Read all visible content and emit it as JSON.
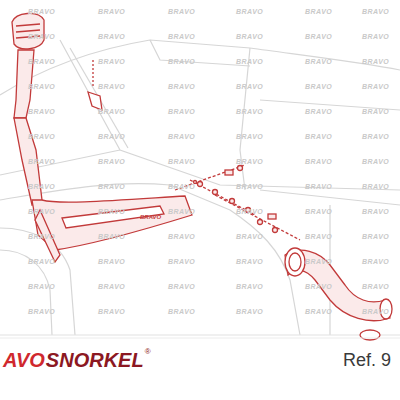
{
  "diagram": {
    "labels": [
      "BRAVO",
      "BRAVO",
      "BRAVO",
      "BRAVO",
      "BRAVO",
      "BRAVO",
      "BRAVO",
      "BRAVO",
      "BRAVO",
      "BRAVO",
      "BRAVO",
      "BRAVO",
      "BRAVO",
      "BRAVO",
      "BRAVO",
      "BRAVO",
      "BRAVO",
      "BRAVO",
      "BRAVO",
      "BRAVO",
      "BRAVO",
      "BRAVO",
      "BRAVO",
      "BRAVO",
      "BRAVO",
      "BRAVO",
      "BRAVO",
      "BRAVO",
      "BRAVO",
      "BRAVO",
      "BRAVO",
      "BRAVO",
      "BRAVO",
      "BRAVO",
      "BRAVO",
      "BRAVO",
      "BRAVO",
      "BRAVO",
      "BRAVO",
      "BRAVO",
      "BRAVO",
      "BRAVO",
      "BRAVO",
      "BRAVO",
      "BRAVO",
      "BRAVO",
      "BRAVO",
      "BRAVO",
      "BRAVO",
      "BRAVO",
      "BRAVO",
      "BRAVO",
      "BRAVO",
      "BRAVO",
      "BRAVO",
      "BRAVO",
      "BRAVO",
      "BRAVO",
      "BRAVO",
      "BRAVO",
      "BRAVO",
      "BRAVO",
      "BRAVO",
      "BRAVO",
      "BRAVO",
      "BRAVO",
      "BRAVO",
      "BRAVO",
      "BRAVO",
      "BRAVO",
      "BRAVO",
      "BRAVO",
      "BRAVO",
      "BRAVO",
      "BRAVO",
      "BRAVO",
      "BRAVO",
      "BRAVO",
      "BRAVO",
      "AVO",
      "SNORKEL",
      "®",
      "Ref. 9"
    ]
  }
}
